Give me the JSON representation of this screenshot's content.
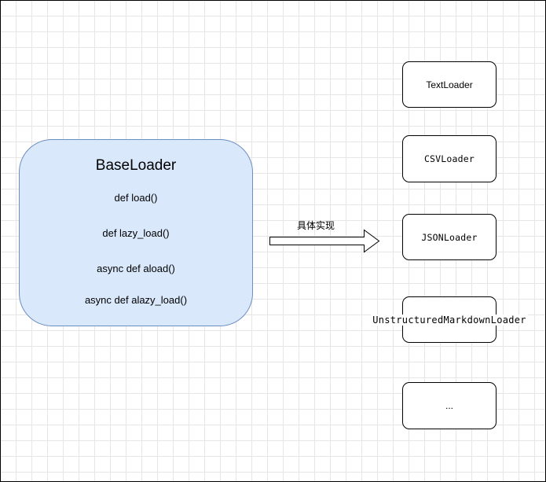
{
  "base_loader": {
    "title": "BaseLoader",
    "methods": [
      "def load()",
      "def lazy_load()",
      "async def aload()",
      "async def alazy_load()"
    ]
  },
  "arrow": {
    "label": "具体实现"
  },
  "loaders": [
    "TextLoader",
    "CSVLoader",
    "JSONLoader",
    "UnstructuredMarkdownLoader",
    "..."
  ],
  "colors": {
    "base_fill": "#dae8fc",
    "base_stroke": "#6c8ebf",
    "box_stroke": "#000000",
    "grid": "#e6e6e6"
  }
}
